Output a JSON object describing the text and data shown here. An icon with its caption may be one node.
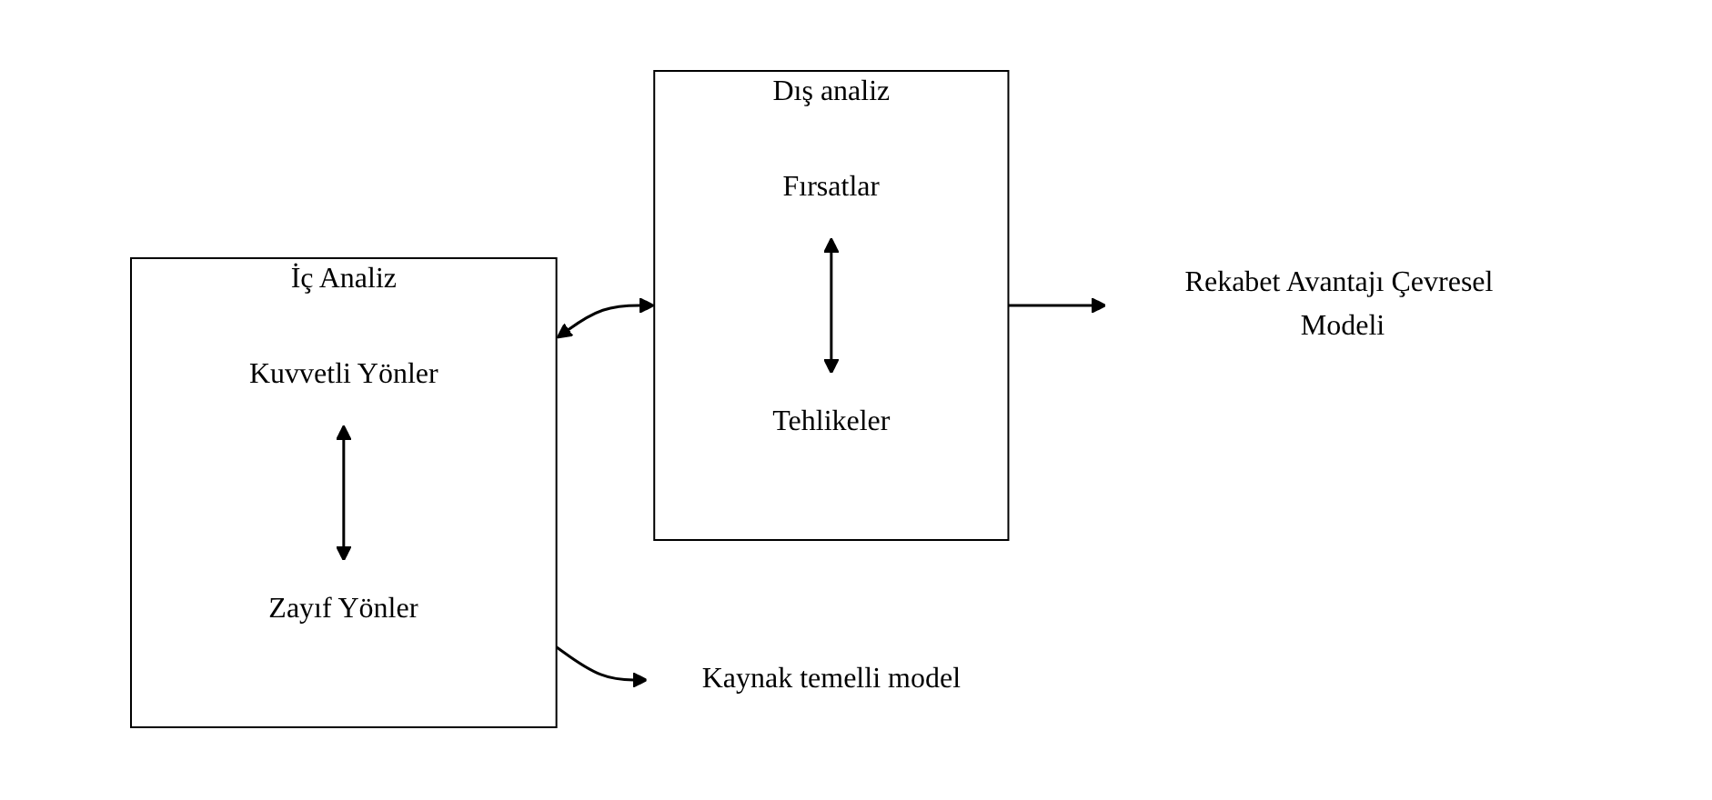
{
  "diagram": {
    "nodes": [
      {
        "text": [
          "İç Analiz"
        ]
      },
      {
        "text": [
          "Kuvvetli Yönler"
        ],
        "in": 0
      },
      {
        "text": [
          "Zayıf Yönler"
        ],
        "in": 0
      },
      {
        "text": [
          "Kaynak temelli model"
        ]
      },
      {
        "text": [
          "Dış analiz"
        ]
      },
      {
        "text": [
          "Fırsatlar"
        ],
        "in": 4
      },
      {
        "text": [
          "Tehlikeler"
        ],
        "in": 4
      },
      {
        "text": [
          "Rekabet Avantajı Çevresel Modeli"
        ]
      }
    ],
    "edges": [
      {
        "from": 1,
        "to": 2,
        "arrow": "both"
      },
      {
        "from": 0,
        "to": 4,
        "arrow": "both"
      },
      {
        "from": 0,
        "to": 3,
        "arrow": "to"
      },
      {
        "from": 5,
        "to": 6,
        "arrow": "both"
      },
      {
        "from": 4,
        "to": 7,
        "arrow": "to"
      }
    ]
  }
}
